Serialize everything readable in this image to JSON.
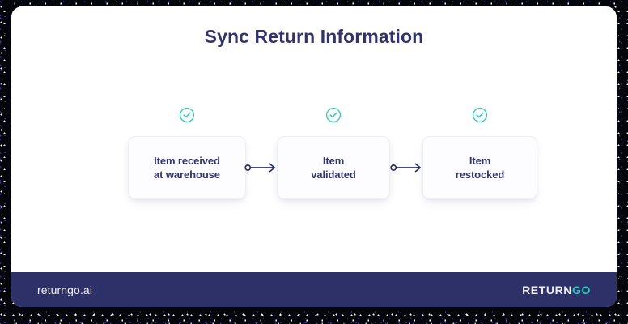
{
  "page": {
    "title": "Sync Return Information"
  },
  "flow": {
    "steps": [
      {
        "label": "Item received\nat warehouse",
        "status_icon": "check-circle-icon",
        "completed": true
      },
      {
        "label": "Item\nvalidated",
        "status_icon": "check-circle-icon",
        "completed": true
      },
      {
        "label": "Item\nrestocked",
        "status_icon": "check-circle-icon",
        "completed": true
      }
    ],
    "connector_icon": "arrow-right-icon",
    "connector_count": 2
  },
  "footer": {
    "site": "returngo.ai",
    "logo_primary": "RETURN",
    "logo_accent": "GO"
  },
  "colors": {
    "navy": "#32336b",
    "footer_bg": "#2e3068",
    "teal_accent": "#2ec8bd",
    "panel_bg": "#ffffff",
    "card_bg": "#fdfdff",
    "card_border": "#eceef6"
  }
}
